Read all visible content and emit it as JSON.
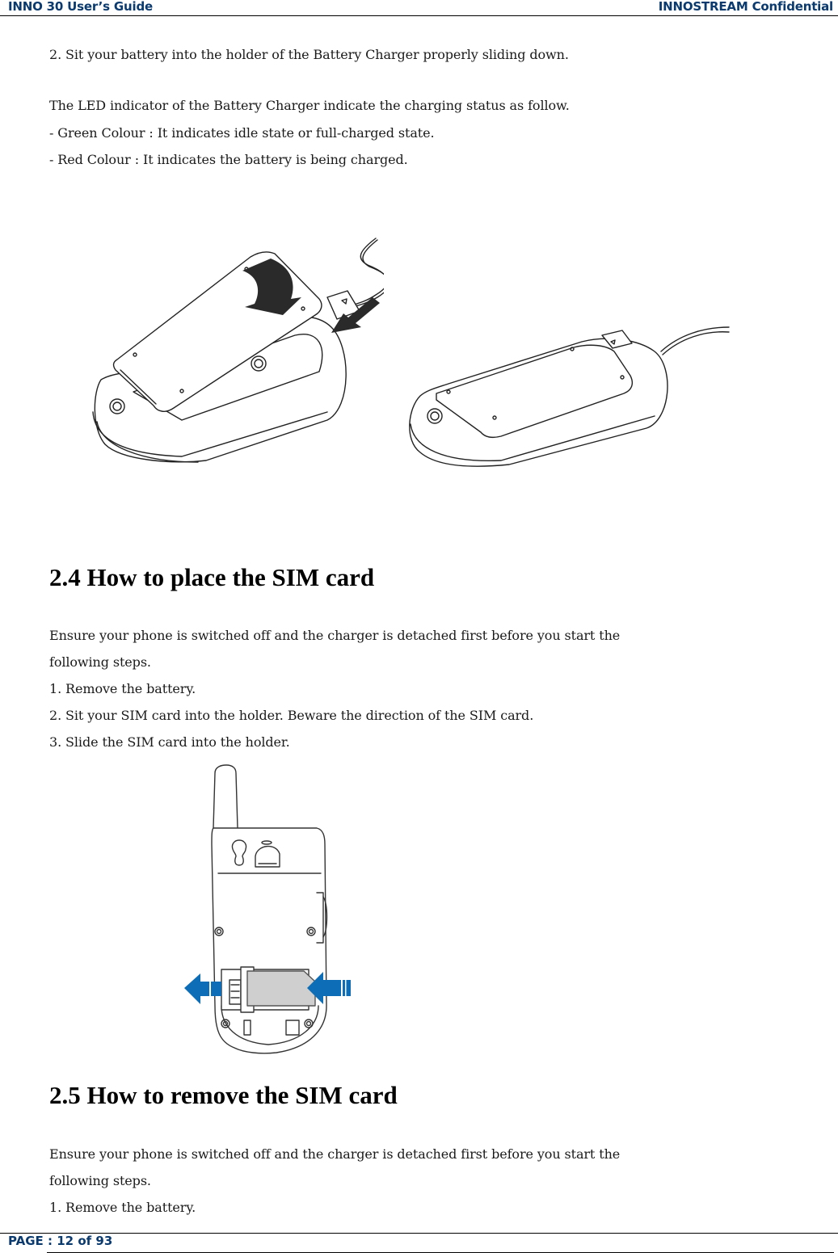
{
  "header": {
    "left": "INNO 30 User’s Guide",
    "right": "INNOSTREAM Confidential"
  },
  "intro": {
    "step2": "2. Sit your battery into the holder of the Battery Charger properly sliding down.",
    "led_intro": "The LED indicator of the Battery Charger indicate the charging status as follow.",
    "led_green": "- Green Colour : It indicates idle state or full-charged state.",
    "led_red": "- Red Colour : It indicates the battery is being charged."
  },
  "figures": {
    "charger_insert": "battery-charger-insert-illustration",
    "charger_docked": "battery-charger-docked-illustration",
    "sim_insert": "phone-sim-card-insert-illustration",
    "arrow_color": "#0d6db6"
  },
  "section_2_4": {
    "title": "2.4 How to place the SIM card",
    "intro_line1": "Ensure your phone is switched off and the charger is detached first before you start the",
    "intro_line2": "following steps.",
    "steps": [
      "1. Remove the battery.",
      "2. Sit your SIM card into the holder. Beware the direction of the SIM card.",
      "3. Slide the SIM card into the holder."
    ]
  },
  "section_2_5": {
    "title": "2.5 How to remove the SIM card",
    "intro_line1": "Ensure your phone is switched off and the charger is detached first before you start the",
    "intro_line2": "following steps.",
    "steps": [
      "1. Remove the battery."
    ]
  },
  "footer": {
    "page_label": "PAGE : 12 of 93"
  }
}
